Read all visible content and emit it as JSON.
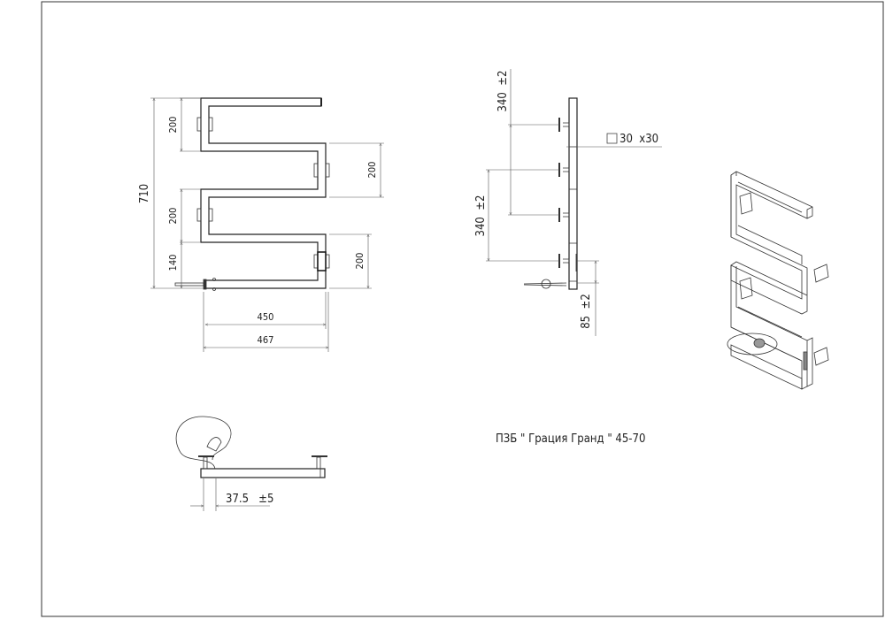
{
  "title": "ПЗБ \" Грация Гранд \" 45-70",
  "front_view": {
    "height_total": "710",
    "spacing_top_left": "200",
    "spacing_mid_left": "200",
    "spacing_bottom_left": "140",
    "spacing_right_top": "200",
    "spacing_right_bottom": "200",
    "width_inner": "450",
    "width_outer": "467"
  },
  "side_view": {
    "mount_spacing_top": "340  ±2",
    "mount_spacing_bottom": "340  ±2",
    "profile": "30  x30",
    "bottom_offset": "85  ±2"
  },
  "top_view": {
    "wall_offset": "37.5   ±5"
  }
}
